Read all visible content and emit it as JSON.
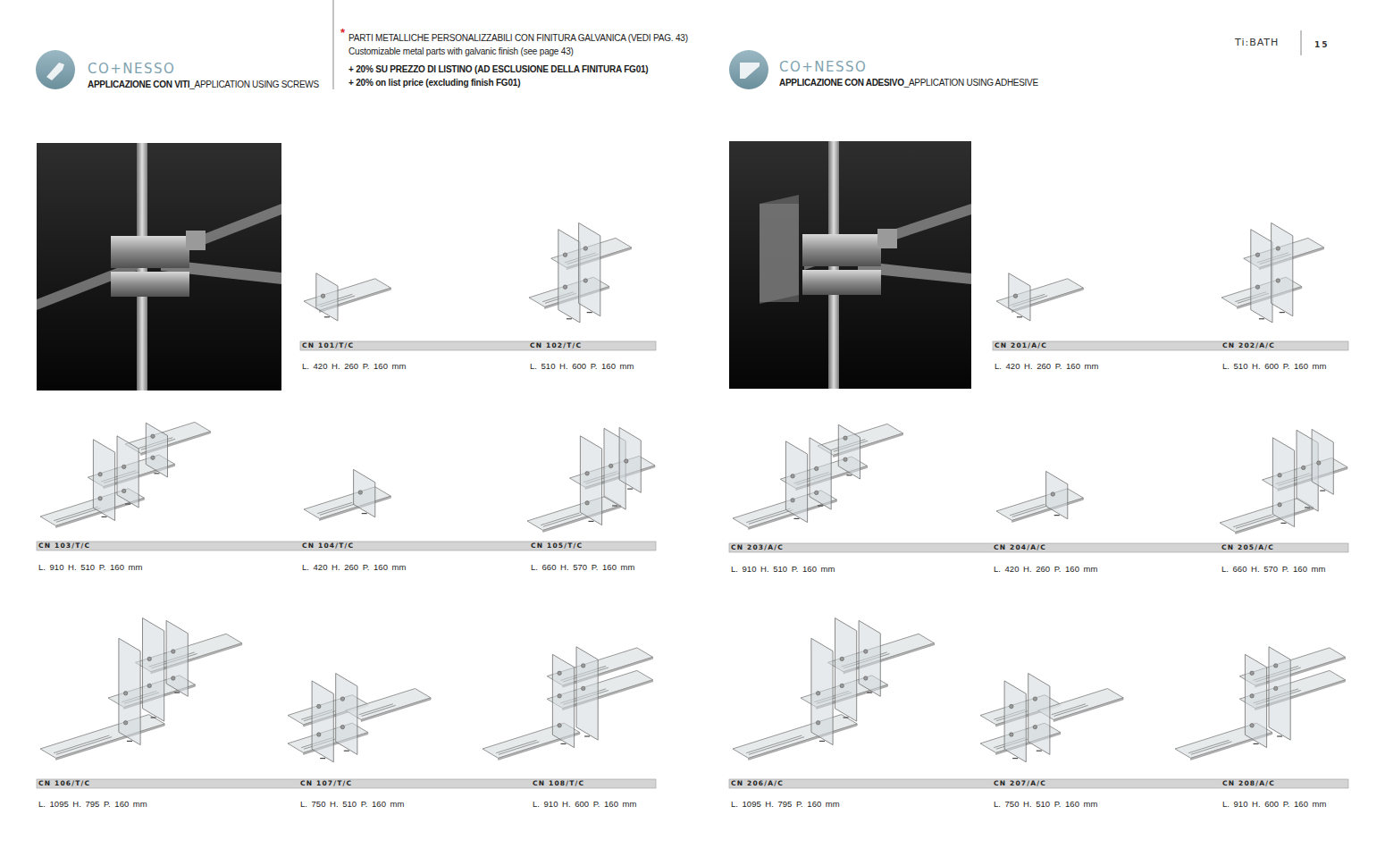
{
  "diagram": {
    "labels": [
      "CO+NESSO",
      "APPLICAZIONE CON VITI",
      "_APPLICATION USING SCREWS",
      "*",
      "PARTI METALLICHE PERSONALIZZABILI CON FINITURA GALVANICA (VEDI PAG. 43)",
      "Customizable metal parts with galvanic finish (see page 43)",
      "+ 20% SU PREZZO DI LISTINO (AD ESCLUSIONE DELLA FINITURA FG01)",
      "+ 20% on list price (excluding finish FG01)",
      "Ti:BATH",
      "15",
      "CO+NESSO",
      "APPLICAZIONE CON ADESIVO",
      "_APPLICATION USING ADHESIVE",
      "CN 101/T/C",
      "L. 420 H. 260 P. 160 mm",
      "CN 102/T/C",
      "L. 510 H. 600 P. 160 mm",
      "CN 103/T/C",
      "L. 910 H. 510 P. 160 mm",
      "CN 104/T/C",
      "L. 420 H. 260 P. 160 mm",
      "CN 105/T/C",
      "L. 660 H. 570 P. 160 mm",
      "CN 106/T/C",
      "L. 1095 H. 795 P. 160 mm",
      "CN 107/T/C",
      "L. 750 H. 510 P. 160 mm",
      "CN 108/T/C",
      "L. 910 H. 600 P. 160 mm",
      "CN 201/A/C",
      "L. 420 H. 260 P. 160 mm",
      "CN 202/A/C",
      "L. 510 H. 600 P. 160 mm",
      "CN 203/A/C",
      "L. 910 H. 510 P. 160 mm",
      "CN 204/A/C",
      "L. 420 H. 260 P. 160 mm",
      "CN 205/A/C",
      "L. 660 H. 570 P. 160 mm",
      "CN 206/A/C",
      "L. 1095 H. 795 P. 160 mm",
      "CN 207/A/C",
      "L. 750 H. 510 P. 160 mm",
      "CN 208/A/C",
      "L. 910 H. 600 P. 160 mm"
    ]
  }
}
